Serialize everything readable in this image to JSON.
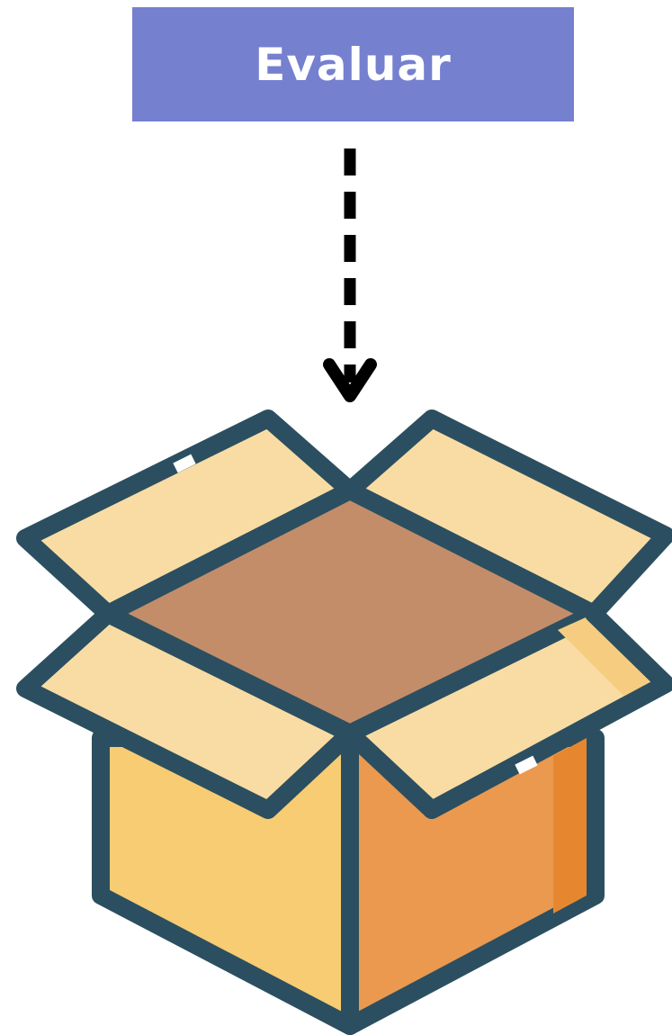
{
  "step": {
    "label": "Evaluar",
    "color": "#7580cf"
  },
  "arrow": {
    "direction": "down",
    "style": "dashed"
  },
  "icon": {
    "name": "open-box-icon",
    "colors": {
      "outline": "#2b4f60",
      "flap": "#f9dca4",
      "flap_shade": "#f6cd80",
      "inside": "#c38d6a",
      "left_face": "#f7cc73",
      "right_face": "#ea994f",
      "right_edge": "#e6872f"
    }
  }
}
